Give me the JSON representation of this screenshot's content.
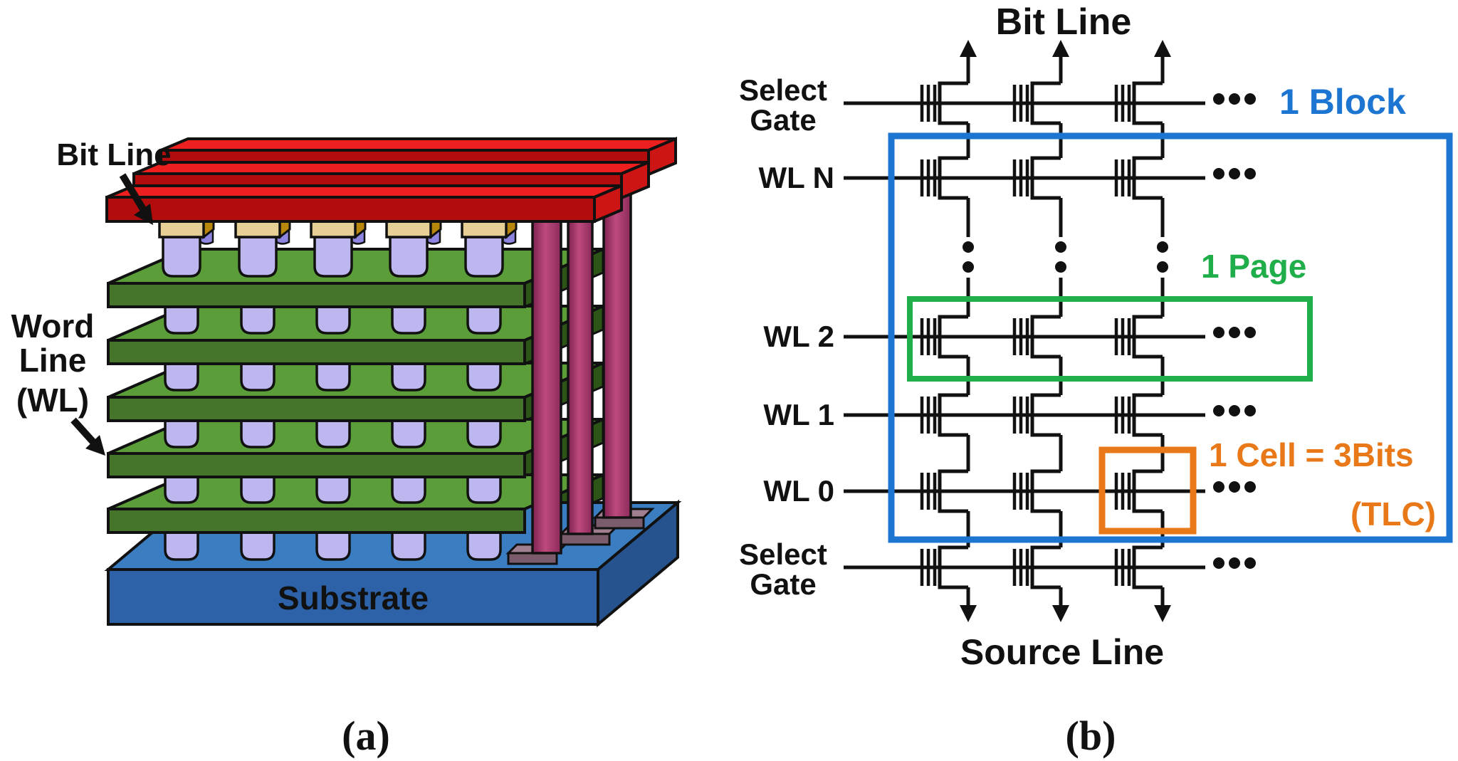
{
  "figure": {
    "panel_a": {
      "caption": "(a)",
      "bit_line_label": "Bit Line",
      "word_line_label": [
        "Word",
        "Line",
        "(WL)"
      ],
      "substrate_label": "Substrate"
    },
    "panel_b": {
      "caption": "(b)",
      "top_label": "Bit Line",
      "bottom_label": "Source Line",
      "row_labels": [
        [
          "Select",
          "Gate"
        ],
        [
          "WL N"
        ],
        [
          "WL 2"
        ],
        [
          "WL 1"
        ],
        [
          "WL 0"
        ],
        [
          "Select",
          "Gate"
        ]
      ],
      "annotations": {
        "block": "1 Block",
        "page": "1 Page",
        "cell": "1 Cell = 3Bits",
        "tlc": "(TLC)"
      }
    },
    "colors": {
      "block_blue": "#1b75d1",
      "page_green": "#1fae4a",
      "cell_orange": "#e87818",
      "wire_black": "#111111",
      "bitline_red_top": "#ee1f1f",
      "bitline_red_front": "#b30c0c",
      "wordline_green_top": "#5a9d39",
      "wordline_green_front": "#45752a",
      "substrate_blue_top": "#3b7dc1",
      "substrate_blue_front": "#2e62a8",
      "channel_lavender": "#bcb7ee",
      "contact_beige": "#e7d096",
      "pillar_maroon": "#a83168"
    }
  }
}
